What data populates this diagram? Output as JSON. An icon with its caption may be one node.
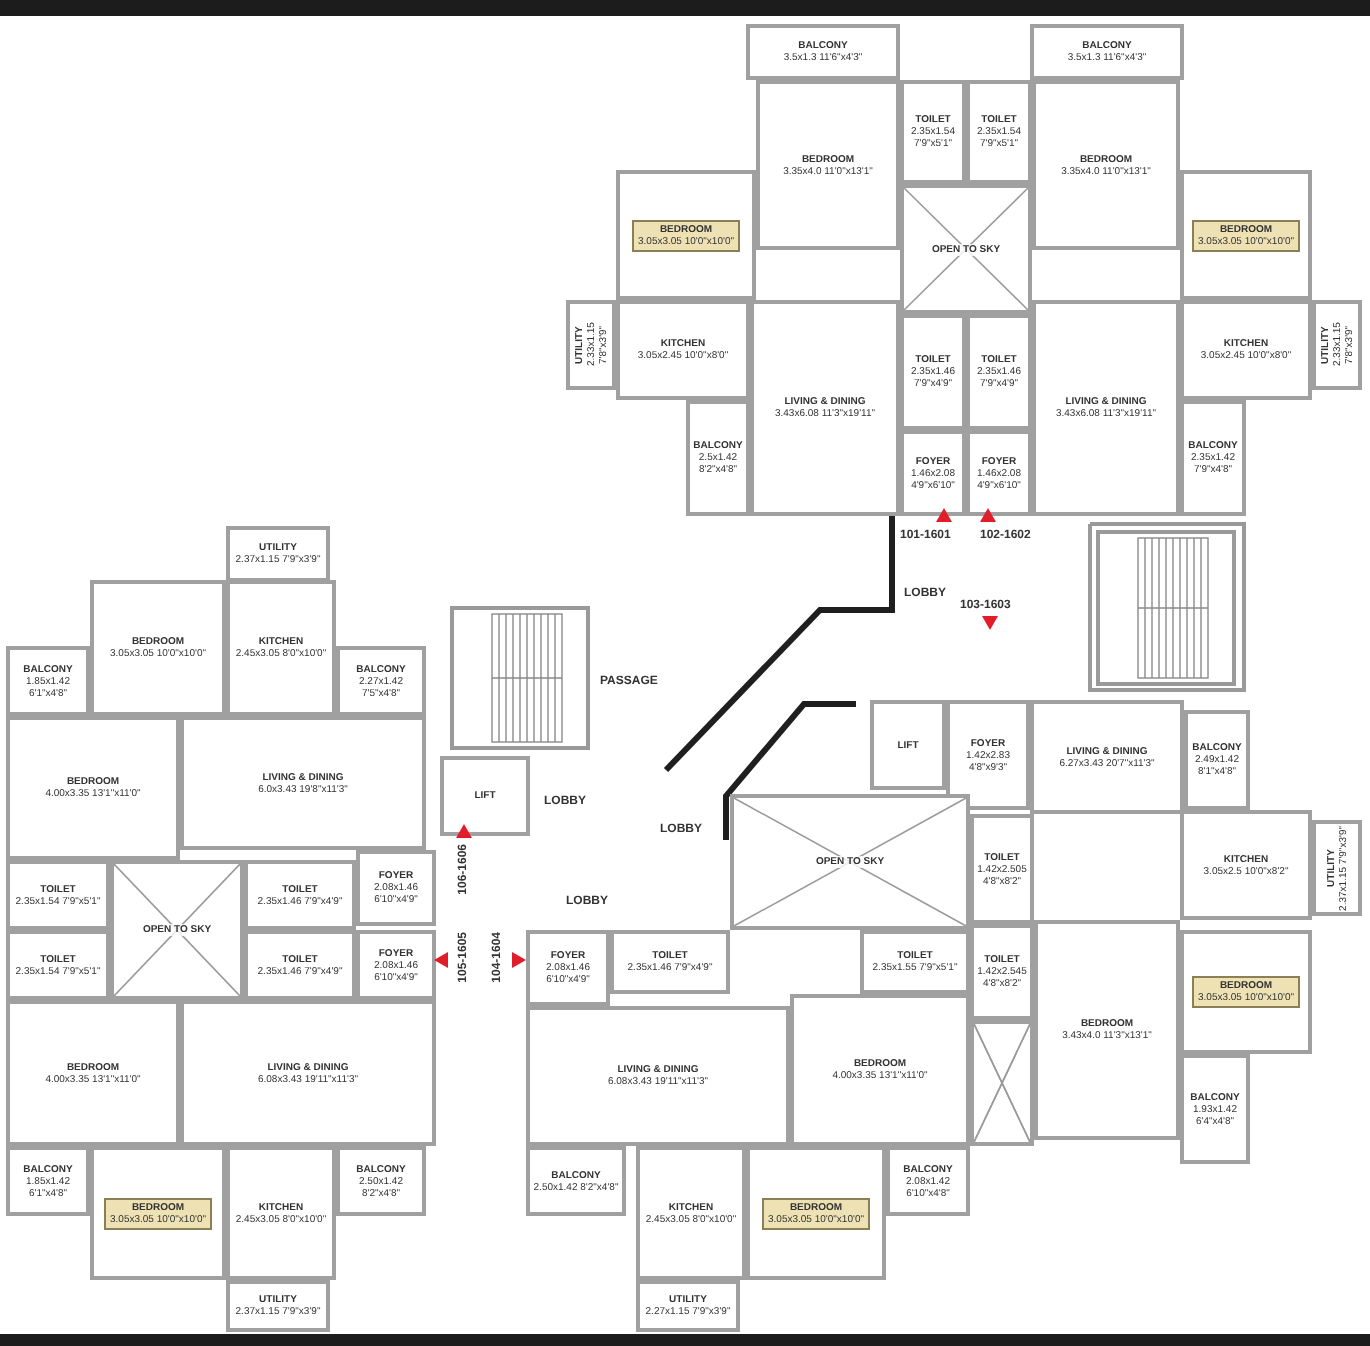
{
  "diagram": {
    "nodes": [
      {
        "text": [
          "BALCONY",
          "3.5x1.3 11'6\"x4'3\""
        ]
      },
      {
        "text": [
          "BALCONY",
          "3.5x1.3 11'6\"x4'3\""
        ]
      },
      {
        "text": [
          "BEDROOM",
          "3.35x4.0 11'0\"x13'1\""
        ]
      },
      {
        "text": [
          "TOILET",
          "2.35x1.54 7'9\"x5'1\""
        ]
      },
      {
        "text": [
          "TOILET",
          "2.35x1.54 7'9\"x5'1\""
        ]
      },
      {
        "text": [
          "BEDROOM",
          "3.35x4.0 11'0\"x13'1\""
        ]
      },
      {
        "text": [
          "BEDROOM",
          "3.05x3.05 10'0\"x10'0\""
        ]
      },
      {
        "text": [
          "OPEN TO SKY"
        ]
      },
      {
        "text": [
          "BEDROOM",
          "3.05x3.05 10'0\"x10'0\""
        ]
      },
      {
        "text": [
          "UTILITY",
          "2.33x1.15 7'8\"x3'9\""
        ]
      },
      {
        "text": [
          "KITCHEN",
          "3.05x2.45 10'0\"x8'0\""
        ]
      },
      {
        "text": [
          "LIVING & DINING",
          "3.43x6.08 11'3\"x19'11\""
        ]
      },
      {
        "text": [
          "TOILET",
          "2.35x1.46 7'9\"x4'9\""
        ]
      },
      {
        "text": [
          "TOILET",
          "2.35x1.46 7'9\"x4'9\""
        ]
      },
      {
        "text": [
          "LIVING & DINING",
          "3.43x6.08 11'3\"x19'11\""
        ]
      },
      {
        "text": [
          "KITCHEN",
          "3.05x2.45 10'0\"x8'0\""
        ]
      },
      {
        "text": [
          "UTILITY",
          "2.33x1.15 7'8\"x3'9\""
        ]
      },
      {
        "text": [
          "BALCONY",
          "2.5x1.42 8'2\"x4'8\""
        ]
      },
      {
        "text": [
          "FOYER",
          "1.46x2.08 4'9\"x6'10\""
        ]
      },
      {
        "text": [
          "FOYER",
          "1.46x2.08 4'9\"x6'10\""
        ]
      },
      {
        "text": [
          "BALCONY",
          "2.35x1.42 7'9\"x4'8\""
        ]
      },
      {
        "text": [
          "UTILITY",
          "2.37x1.15 7'9\"x3'9\""
        ]
      },
      {
        "text": [
          "BEDROOM",
          "3.05x3.05 10'0\"x10'0\""
        ]
      },
      {
        "text": [
          "KITCHEN",
          "2.45x3.05 8'0\"x10'0\""
        ]
      },
      {
        "text": [
          "BALCONY",
          "1.85x1.42 6'1\"x4'8\""
        ]
      },
      {
        "text": [
          "BALCONY",
          "2.27x1.42 7'5\"x4'8\""
        ]
      },
      {
        "text": [
          "LIFT"
        ]
      },
      {
        "text": [
          "LIFT"
        ]
      },
      {
        "text": [
          "FOYER",
          "1.42x2.83 4'8\"x9'3\""
        ]
      },
      {
        "text": [
          "LIVING & DINING",
          "6.27x3.43 20'7\"x11'3\""
        ]
      },
      {
        "text": [
          "BALCONY",
          "2.49x1.42 8'1\"x4'8\""
        ]
      },
      {
        "text": [
          "BEDROOM",
          "4.00x3.35 13'1\"x11'0\""
        ]
      },
      {
        "text": [
          "LIVING & DINING",
          "6.0x3.43 19'8\"x11'3\""
        ]
      },
      {
        "text": [
          "OPEN TO SKY"
        ]
      },
      {
        "text": [
          "KITCHEN",
          "3.05x2.5 10'0\"x8'2\""
        ]
      },
      {
        "text": [
          "UTILITY",
          "2.37x1.15 7'9\"x3'9\""
        ]
      },
      {
        "text": [
          "TOILET",
          "1.42x2.505 4'8\"x8'2\""
        ]
      },
      {
        "text": [
          "FOYER",
          "2.08x1.46 6'10\"x4'9\""
        ]
      },
      {
        "text": [
          "TOILET",
          "2.35x1.54 7'9\"x5'1\""
        ]
      },
      {
        "text": [
          "OPEN TO SKY"
        ]
      },
      {
        "text": [
          "TOILET",
          "2.35x1.46 7'9\"x4'9\""
        ]
      },
      {
        "text": [
          "TOILET",
          "2.35x1.54 7'9\"x5'1\""
        ]
      },
      {
        "text": [
          "TOILET",
          "2.35x1.46 7'9\"x4'9\""
        ]
      },
      {
        "text": [
          "FOYER",
          "2.08x1.46 6'10\"x4'9\""
        ]
      },
      {
        "text": [
          "FOYER",
          "2.08x1.46 6'10\"x4'9\""
        ]
      },
      {
        "text": [
          "TOILET",
          "2.35x1.46 7'9\"x4'9\""
        ]
      },
      {
        "text": [
          "TOILET",
          "2.35x1.55 7'9\"x5'1\""
        ]
      },
      {
        "text": [
          "TOILET",
          "1.42x2.545 4'8\"x8'2\""
        ]
      },
      {
        "text": [
          "BEDROOM",
          "3.05x3.05 10'0\"x10'0\""
        ]
      },
      {
        "text": [
          "BEDROOM",
          "4.00x3.35 13'1\"x11'0\""
        ]
      },
      {
        "text": [
          "LIVING & DINING",
          "6.08x3.43 19'11\"x11'3\""
        ]
      },
      {
        "text": [
          "LIVING & DINING",
          "6.08x3.43 19'11\"x11'3\""
        ]
      },
      {
        "text": [
          "BEDROOM",
          "4.00x3.35 13'1\"x11'0\""
        ]
      },
      {
        "text": [
          "BEDROOM",
          "3.43x4.0 11'3\"x13'1\""
        ]
      },
      {
        "text": [],
        "shape": "box"
      },
      {
        "text": [
          "BALCONY",
          "1.93x1.42 6'4\"x4'8\""
        ]
      },
      {
        "text": [
          "BALCONY",
          "1.85x1.42 6'1\"x4'8\""
        ]
      },
      {
        "text": [
          "BEDROOM",
          "3.05x3.05 10'0\"x10'0\""
        ]
      },
      {
        "text": [
          "KITCHEN",
          "2.45x3.05 8'0\"x10'0\""
        ]
      },
      {
        "text": [
          "BALCONY",
          "2.50x1.42 8'2\"x4'8\""
        ]
      },
      {
        "text": [
          "BALCONY",
          "2.50x1.42 8'2\"x4'8\""
        ]
      },
      {
        "text": [
          "KITCHEN",
          "2.45x3.05 8'0\"x10'0\""
        ]
      },
      {
        "text": [
          "BEDROOM",
          "3.05x3.05 10'0\"x10'0\""
        ]
      },
      {
        "text": [
          "BALCONY",
          "2.08x1.42 6'10\"x4'8\""
        ]
      },
      {
        "text": [
          "UTILITY",
          "2.37x1.15 7'9\"x3'9\""
        ]
      },
      {
        "text": [
          "UTILITY",
          "2.27x1.15 7'9\"x3'9\""
        ]
      }
    ],
    "labels": [
      "101-1601",
      "102-1602",
      "LOBBY",
      "103-1603",
      "PASSAGE",
      "LOBBY",
      "LOBBY",
      "106-1606",
      "105-1605",
      "104-1604",
      "LOBBY"
    ]
  }
}
